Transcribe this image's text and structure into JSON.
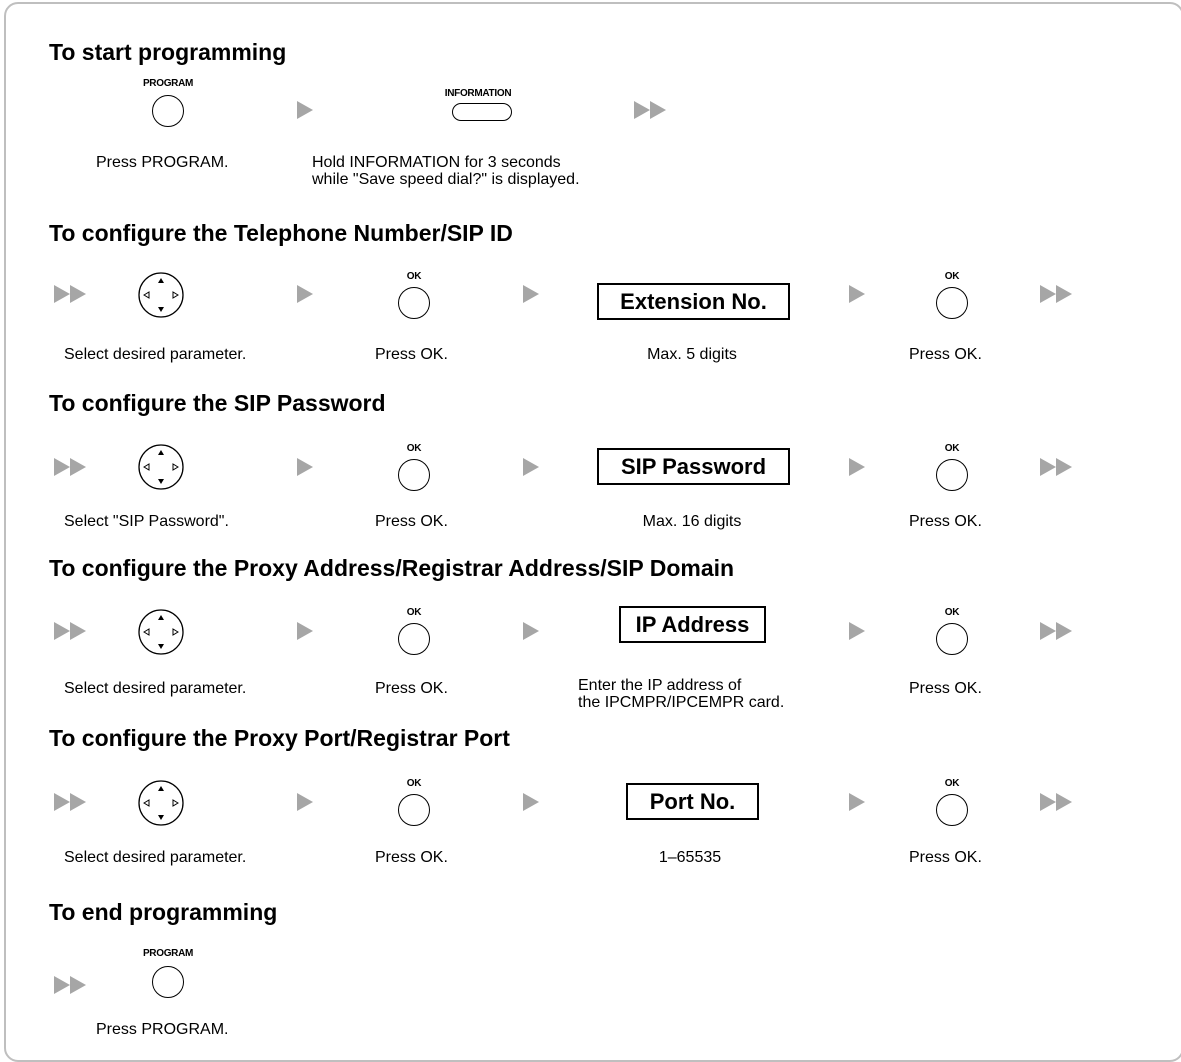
{
  "colors": {
    "arrow": "#a6a6a6",
    "frame": "#bfbfbf",
    "text": "#000000"
  },
  "icons": {
    "arrow": "single-right-arrow-icon",
    "double_arrow": "double-right-arrow-icon",
    "navigator": "navigator-key-icon",
    "button": "round-button-icon"
  },
  "sections": {
    "start": {
      "title": "To start programming",
      "program_key": "PROGRAM",
      "information_key": "INFORMATION",
      "press_program": "Press PROGRAM.",
      "hold_info_line1": "Hold INFORMATION for 3 seconds",
      "hold_info_line2": "while \"Save speed dial?\" is displayed."
    },
    "telephone": {
      "title": "To configure the Telephone Number/SIP ID",
      "ok_key": "OK",
      "field": "Extension No.",
      "select_caption": "Select desired parameter.",
      "press_ok": "Press OK.",
      "field_caption": "Max. 5 digits"
    },
    "password": {
      "title": "To configure the SIP Password",
      "ok_key": "OK",
      "field": "SIP Password",
      "select_caption": "Select \"SIP Password\".",
      "press_ok": "Press OK.",
      "field_caption": "Max. 16 digits"
    },
    "proxy": {
      "title": "To configure the Proxy Address/Registrar Address/SIP Domain",
      "ok_key": "OK",
      "field": "IP Address",
      "select_caption": "Select desired parameter.",
      "press_ok": "Press OK.",
      "field_caption_line1": "Enter the IP address of",
      "field_caption_line2": "the IPCMPR/IPCEMPR card."
    },
    "port": {
      "title": "To configure the Proxy Port/Registrar Port",
      "ok_key": "OK",
      "field": "Port No.",
      "select_caption": "Select desired parameter.",
      "press_ok": "Press OK.",
      "field_caption": "1–65535"
    },
    "end": {
      "title": "To end programming",
      "program_key": "PROGRAM",
      "press_program": "Press PROGRAM."
    }
  }
}
